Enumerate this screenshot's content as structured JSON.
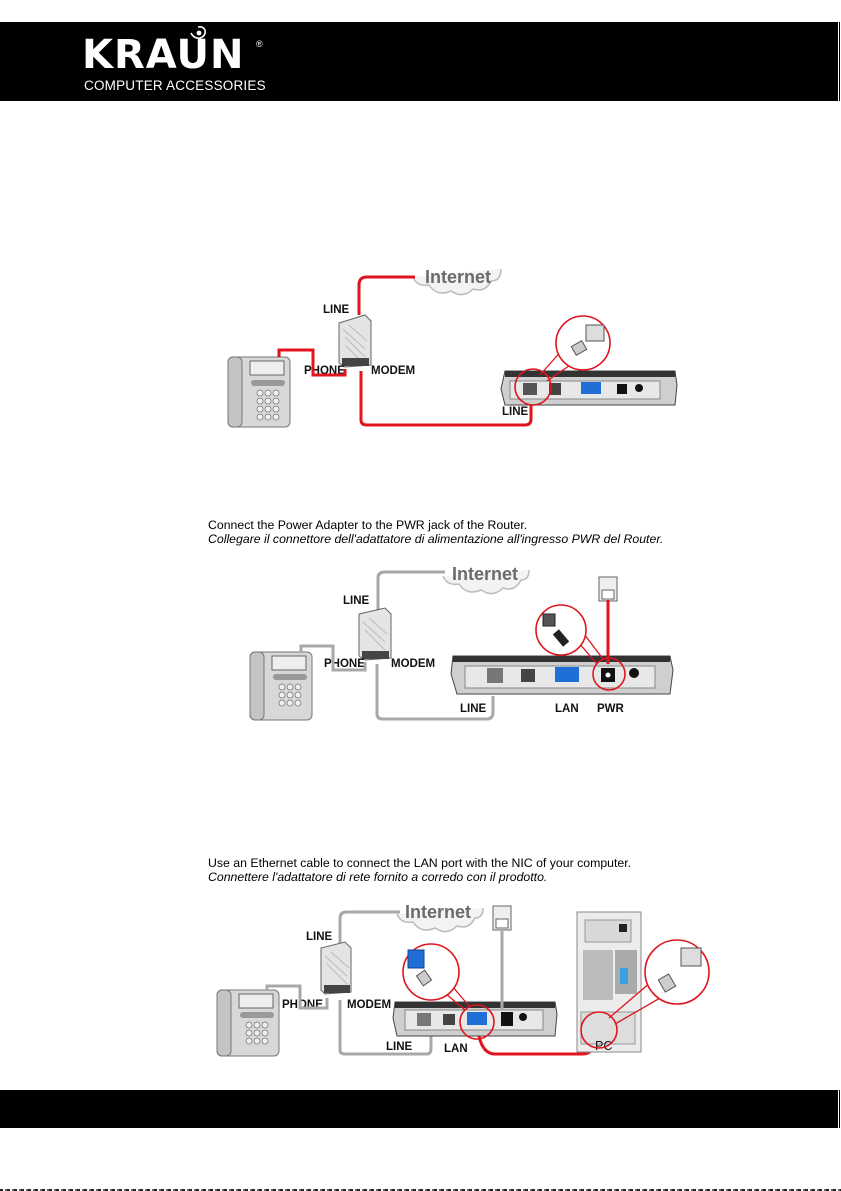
{
  "header": {
    "brand": "KRAUN",
    "registered_mark": "®",
    "tagline": "COMPUTER ACCESSORIES"
  },
  "figures": [
    {
      "caption_en": "",
      "caption_it": "",
      "labels": {
        "internet": "Internet",
        "splitter_line": "LINE",
        "phone": "PHONE",
        "modem": "MODEM",
        "router_line": "LINE"
      }
    },
    {
      "caption_en": "Connect the Power Adapter to the PWR jack of the Router.",
      "caption_it": "Collegare il connettore dell'adattatore di alimentazione all'ingresso PWR del Router.",
      "labels": {
        "internet": "Internet",
        "splitter_line": "LINE",
        "phone": "PHONE",
        "modem": "MODEM",
        "router_line": "LINE",
        "lan": "LAN",
        "pwr": "PWR"
      }
    },
    {
      "caption_en": "Use an Ethernet cable to connect the LAN port with the NIC of your computer.",
      "caption_it": "Connettere l'adattatore di rete fornito a corredo con il prodotto.",
      "labels": {
        "internet": "Internet",
        "splitter_line": "LINE",
        "phone": "PHONE",
        "modem": "MODEM",
        "router_line": "LINE",
        "lan": "LAN",
        "pc": "PC"
      }
    }
  ],
  "colors": {
    "highlight_cable": "#e0141e",
    "normal_cable": "#a8a8a8",
    "lan_port": "#1f6fd6",
    "band": "#000000"
  }
}
